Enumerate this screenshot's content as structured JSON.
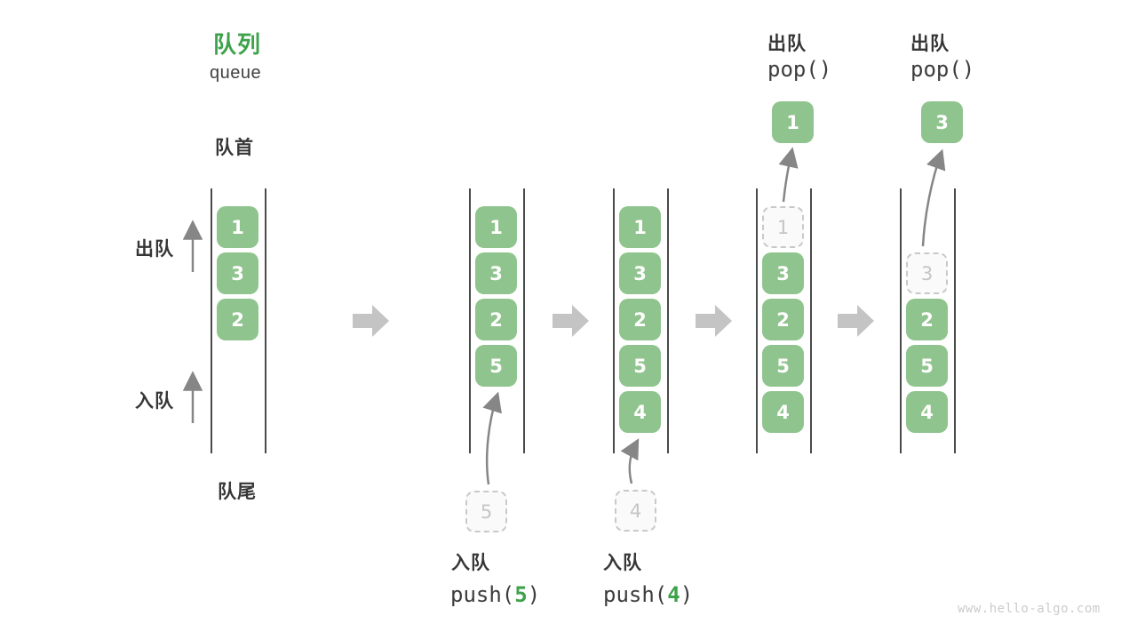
{
  "title": {
    "zh": "队列",
    "en": "queue"
  },
  "labels": {
    "front": "队首",
    "rear": "队尾",
    "dequeue_side": "出队",
    "enqueue_side": "入队"
  },
  "ops": {
    "push5": {
      "zh": "入队",
      "pre": "push(",
      "arg": "5",
      "post": ")"
    },
    "push4": {
      "zh": "入队",
      "pre": "push(",
      "arg": "4",
      "post": ")"
    },
    "pop1": {
      "zh": "出队",
      "code": "pop()"
    },
    "pop2": {
      "zh": "出队",
      "code": "pop()"
    }
  },
  "stages": [
    {
      "tiles": [
        "1",
        "3",
        "2"
      ]
    },
    {
      "tiles": [
        "1",
        "3",
        "2",
        "5"
      ],
      "incoming": "5"
    },
    {
      "tiles": [
        "1",
        "3",
        "2",
        "5",
        "4"
      ],
      "incoming": "4"
    },
    {
      "tiles": [
        "3",
        "2",
        "5",
        "4"
      ],
      "ghost": "1",
      "popped": "1"
    },
    {
      "tiles": [
        "2",
        "5",
        "4"
      ],
      "ghost": "3",
      "popped": "3"
    }
  ],
  "watermark": "www.hello-algo.com",
  "colors": {
    "accent_green": "#3EA24B",
    "tile_green": "#90C48E",
    "tile_text": "#FFFFFF",
    "ghost_border": "#C9C9C9",
    "ghost_text": "#C5C5C5",
    "wall": "#4A4A4A",
    "label_dark": "#363636",
    "flow_arrow": "#C4C4C4",
    "thin_arrow": "#868686",
    "watermark_gray": "#CBCBCB"
  }
}
